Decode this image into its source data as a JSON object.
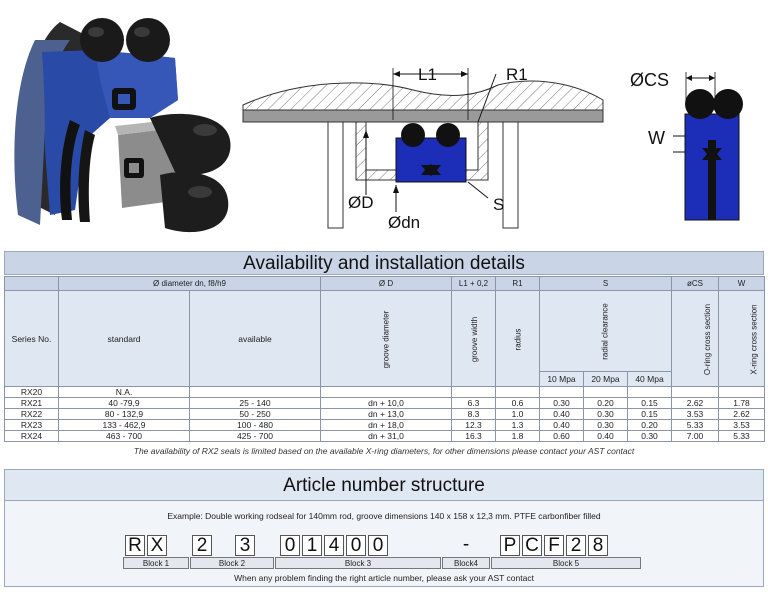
{
  "diagram": {
    "label_L1": "L1",
    "label_R1": "R1",
    "label_D": "ØD",
    "label_dn": "Ødn",
    "label_S": "S",
    "label_CS": "ØCS",
    "label_W": "W"
  },
  "availability": {
    "title": "Availability and installation details",
    "groups": {
      "dn": "Ø diameter dn, f8/h9",
      "D": "Ø D",
      "L1": "L1 + 0,2",
      "R1": "R1",
      "S": "S",
      "cs": "øCS",
      "W": "W"
    },
    "sub": {
      "series": "Series No.",
      "standard": "standard",
      "available": "available",
      "groove_diameter": "groove diameter",
      "groove_width": "groove width",
      "radius": "radius",
      "radial_clearance": "radial clearance",
      "oring_cs": "O-ring cross section",
      "xring_cs": "X-ring cross section",
      "p10": "10 Mpa",
      "p20": "20 Mpa",
      "p40": "40 Mpa"
    },
    "rows": [
      {
        "series": "RX20",
        "standard": "N.A.",
        "available": "",
        "D": "",
        "L1": "",
        "R1": "",
        "s10": "",
        "s20": "",
        "s40": "",
        "cs": "",
        "w": ""
      },
      {
        "series": "RX21",
        "standard": "40 -79,9",
        "available": "25 - 140",
        "D": "dn + 10,0",
        "L1": "6.3",
        "R1": "0.6",
        "s10": "0.30",
        "s20": "0.20",
        "s40": "0.15",
        "cs": "2.62",
        "w": "1.78"
      },
      {
        "series": "RX22",
        "standard": "80 - 132,9",
        "available": "50 - 250",
        "D": "dn + 13,0",
        "L1": "8.3",
        "R1": "1.0",
        "s10": "0.40",
        "s20": "0.30",
        "s40": "0.15",
        "cs": "3.53",
        "w": "2.62"
      },
      {
        "series": "RX23",
        "standard": "133 - 462,9",
        "available": "100 - 480",
        "D": "dn + 18,0",
        "L1": "12.3",
        "R1": "1.3",
        "s10": "0.40",
        "s20": "0.30",
        "s40": "0.20",
        "cs": "5.33",
        "w": "3.53"
      },
      {
        "series": "RX24",
        "standard": "463 - 700",
        "available": "425 - 700",
        "D": "dn + 31,0",
        "L1": "16.3",
        "R1": "1.8",
        "s10": "0.60",
        "s20": "0.40",
        "s40": "0.30",
        "cs": "7.00",
        "w": "5.33"
      }
    ],
    "note": "The availability of RX2 seals is limited based on the available X-ring diameters, for other dimensions please contact your AST contact"
  },
  "article": {
    "title": "Article number structure",
    "example": "Example:   Double working rodseal for 140mm rod, groove dimensions 140 x 158 x 12,3 mm. PTFE carbonfiber filled",
    "characters": [
      "R",
      "X",
      "2",
      "3",
      "0",
      "1",
      "4",
      "0",
      "0",
      "-",
      "P",
      "C",
      "F",
      "2",
      "8"
    ],
    "blocks": [
      "Block 1",
      "Block 2",
      "Block 3",
      "Block4",
      "Block 5"
    ],
    "footer": "When any problem finding the right article number, please ask your AST contact"
  },
  "colors": {
    "seal_blue": "#1c2db8",
    "oring_black": "#111111",
    "header_blue": "#c9d5e6",
    "grey_part": "#8c8c8c"
  }
}
